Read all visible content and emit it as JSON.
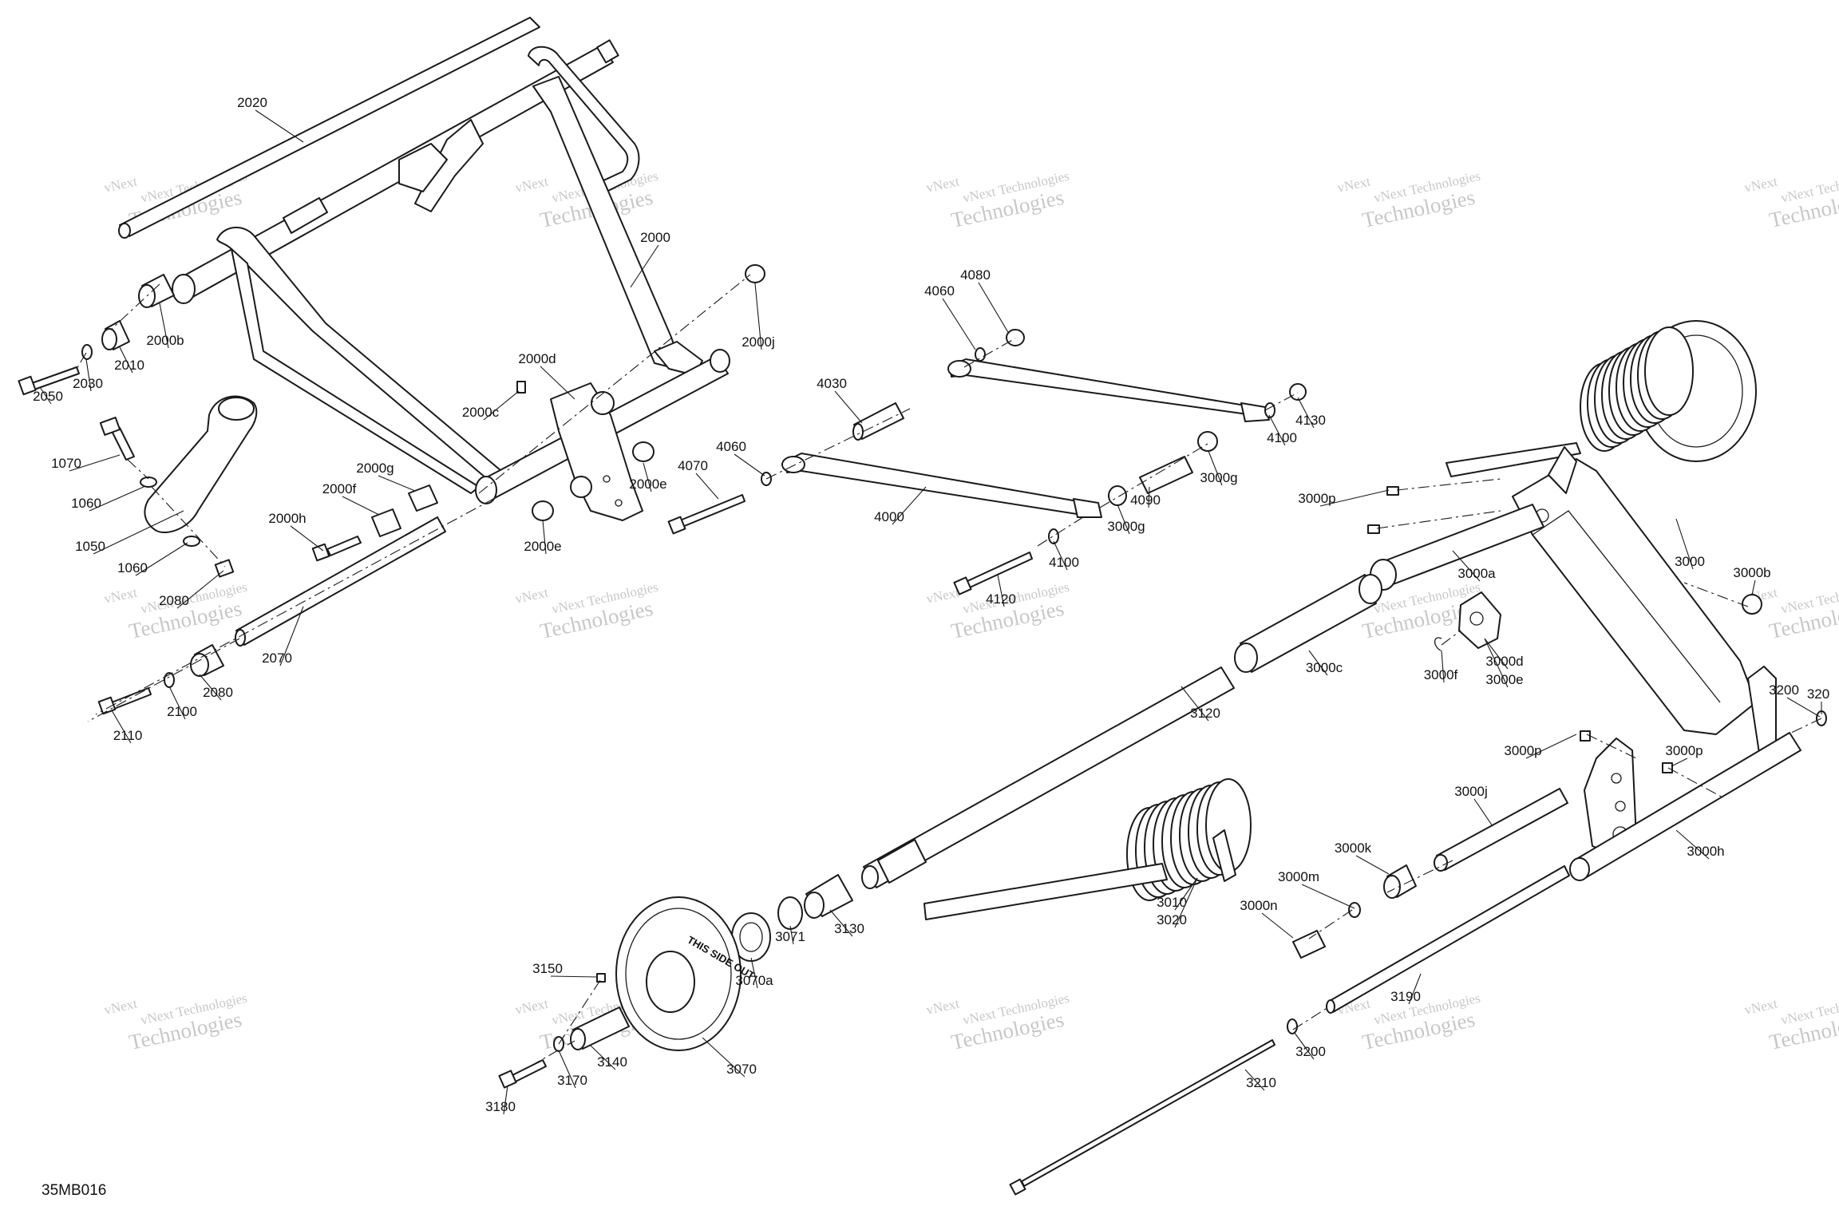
{
  "diagram": {
    "drawing_code": "35MB016",
    "watermark": {
      "line1": "vNext Technologies",
      "line2": "Technologies",
      "overlay": "vNext"
    },
    "wheel_marking": "THIS SIDE OUT",
    "labels": [
      "2020",
      "2000",
      "2000b",
      "2000j",
      "2010",
      "2030",
      "2050",
      "1070",
      "1060",
      "1050",
      "1060",
      "2080",
      "2000c",
      "2000d",
      "2000g",
      "2000f",
      "2000h",
      "2000e",
      "2000e",
      "2070",
      "2080",
      "2100",
      "2110",
      "4030",
      "4060",
      "4080",
      "4060",
      "4070",
      "4000",
      "4100",
      "4130",
      "4090",
      "3000g",
      "3000g",
      "4100",
      "4120",
      "3000p",
      "3000a",
      "3000",
      "3000b",
      "3000c",
      "3000d",
      "3000e",
      "3000f",
      "3200",
      "3000p",
      "3000p",
      "3000j",
      "3000k",
      "3000h",
      "3000m",
      "3000n",
      "3120",
      "3010",
      "3020",
      "3130",
      "3071",
      "3070a",
      "3150",
      "3070",
      "3140",
      "3170",
      "3180",
      "3190",
      "3200",
      "3210",
      "320"
    ]
  }
}
